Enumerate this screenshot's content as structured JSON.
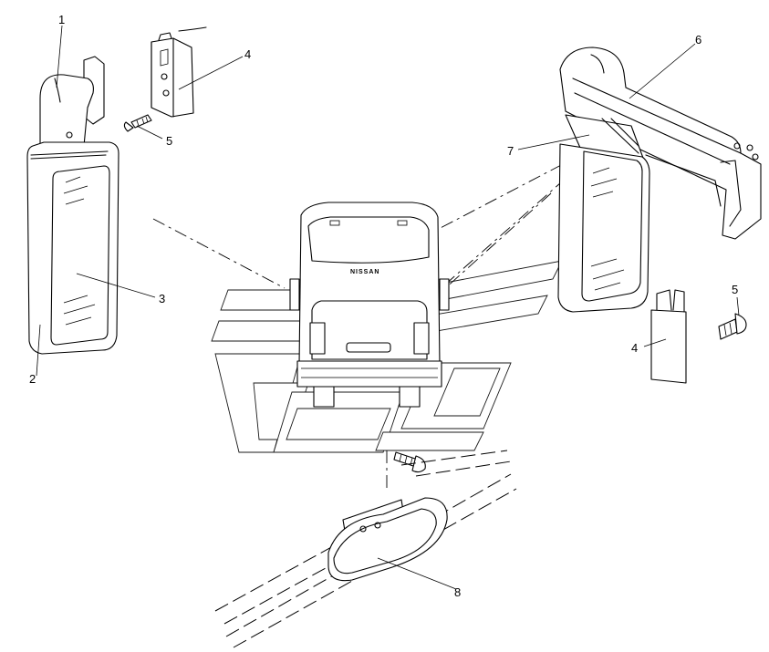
{
  "callouts": [
    {
      "id": "1",
      "label": "1"
    },
    {
      "id": "2",
      "label": "2"
    },
    {
      "id": "3",
      "label": "3"
    },
    {
      "id": "4a",
      "label": "4"
    },
    {
      "id": "5a",
      "label": "5"
    },
    {
      "id": "6",
      "label": "6"
    },
    {
      "id": "7",
      "label": "7"
    },
    {
      "id": "4b",
      "label": "4"
    },
    {
      "id": "5b",
      "label": "5"
    },
    {
      "id": "8",
      "label": "8"
    }
  ],
  "bus_badge": "NISSAN"
}
